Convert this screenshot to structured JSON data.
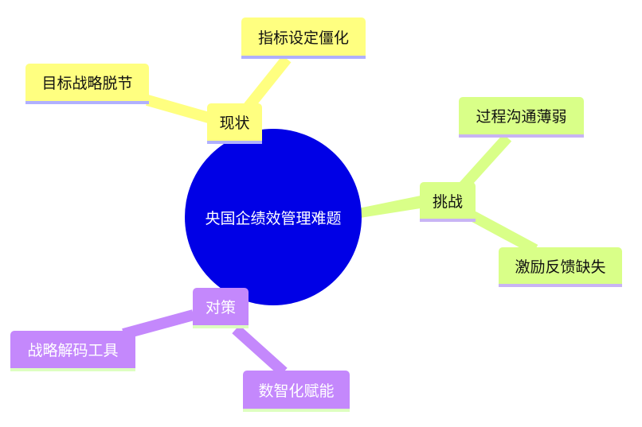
{
  "center": {
    "label": "央国企绩效管理难题",
    "color": "#0000e6"
  },
  "branches": [
    {
      "label": "现状",
      "color": "#ffff80",
      "children": [
        "指标设定僵化",
        "目标战略脱节"
      ]
    },
    {
      "label": "挑战",
      "color": "#d9ff88",
      "children": [
        "过程沟通薄弱",
        "激励反馈缺失"
      ]
    },
    {
      "label": "对策",
      "color": "#c488fc",
      "children": [
        "战略解码工具",
        "数智化赋能"
      ]
    }
  ]
}
